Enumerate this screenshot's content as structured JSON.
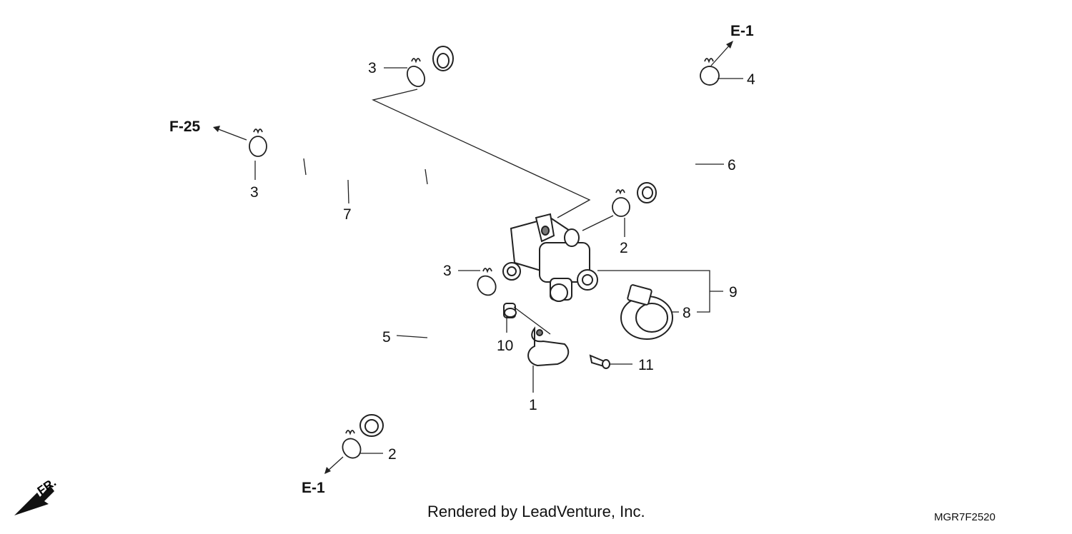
{
  "diagram": {
    "callouts": [
      {
        "id": "c1",
        "label": "1"
      },
      {
        "id": "c2a",
        "label": "2"
      },
      {
        "id": "c2b",
        "label": "2"
      },
      {
        "id": "c3a",
        "label": "3"
      },
      {
        "id": "c3b",
        "label": "3"
      },
      {
        "id": "c3c",
        "label": "3"
      },
      {
        "id": "c4",
        "label": "4"
      },
      {
        "id": "c5",
        "label": "5"
      },
      {
        "id": "c6",
        "label": "6"
      },
      {
        "id": "c7",
        "label": "7"
      },
      {
        "id": "c8",
        "label": "8"
      },
      {
        "id": "c9",
        "label": "9"
      },
      {
        "id": "c10",
        "label": "10"
      },
      {
        "id": "c11",
        "label": "11"
      }
    ],
    "references": [
      {
        "id": "e1-top",
        "label": "E-1"
      },
      {
        "id": "f25",
        "label": "F-25"
      },
      {
        "id": "e1-bottom",
        "label": "E-1"
      }
    ],
    "front_label": "FR.",
    "credit": "Rendered by LeadVenture, Inc.",
    "diagram_code": "MGR7F2520"
  }
}
